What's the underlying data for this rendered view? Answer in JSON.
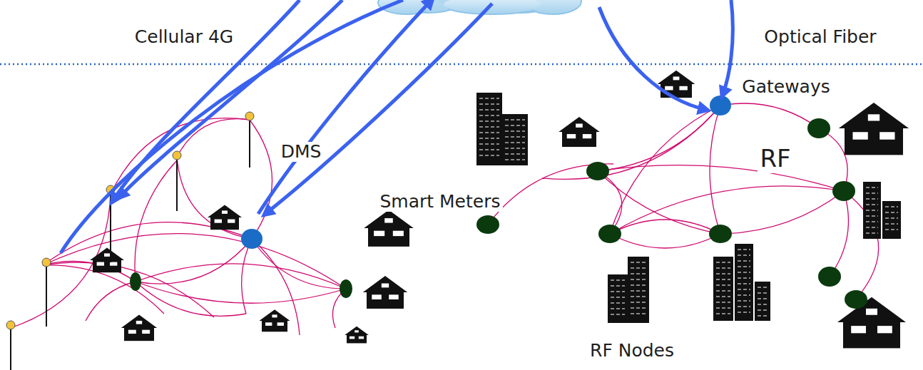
{
  "diagram": {
    "labels": [
      "Cellular 4G",
      "Optical Fiber",
      "Gateways",
      "DMS",
      "RF",
      "Smart Meters",
      "RF Nodes"
    ]
  }
}
